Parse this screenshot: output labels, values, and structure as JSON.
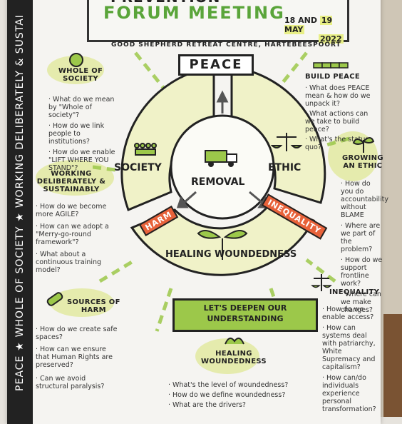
{
  "title": {
    "top": "PREVENTION",
    "main": "FORUM MEETING",
    "date_prefix": "18 AND",
    "date_hl": "19 MAY",
    "year": "2022",
    "venue": "GOOD SHEPHERD RETREAT CENTRE, HARTEBEESPOORT"
  },
  "side_strip": {
    "part1": "PEACE",
    "sep1": "★",
    "part2": "WHOLE OF SOCIETY",
    "sep2": "★",
    "part3": "WORKING DELIBERATELY & SUSTAI"
  },
  "wheel": {
    "peace": "PEACE",
    "society": "SOCIETY",
    "ethic": "ETHIC",
    "removal": "REMOVAL",
    "harm": "HARM",
    "inequality": "INEQUALITY",
    "healing": "HEALING WOUNDEDNESS",
    "deepen_line1": "LET'S DEEPEN OUR",
    "deepen_line2": "UNDERSTANDING"
  },
  "whole_of_society": {
    "heading_line1": "WHOLE OF",
    "heading_line2": "SOCIETY",
    "q1": "· What do we mean by \"Whole of society\"?",
    "q2": "· How do we link people to institutions?",
    "q3": "· How do we enable \"LIFT WHERE YOU STAND\"?"
  },
  "working_deliberately": {
    "heading_line1": "WORKING",
    "heading_line2": "DELIBERATELY &",
    "heading_line3": "SUSTAINABLY",
    "q1": "· How do we become more AGILE?",
    "q2": "· How can we adopt a \"Merry-go-round framework\"?",
    "q3": "· What about a continuous training model?"
  },
  "build_peace": {
    "heading": "BUILD PEACE",
    "q1": "· What does PEACE mean & how do we unpack it?",
    "q2": "· What actions can we take to build peace?",
    "q3": "· What's the status quo?"
  },
  "growing_ethic": {
    "heading_line1": "GROWING",
    "heading_line2": "AN ETHIC",
    "q1": "· How do you do accountability without BLAME",
    "q2": "· Where are we part of the problem?",
    "q3": "· How do we support frontline work?",
    "q4": "· Where can we make changes?"
  },
  "sources_of_harm": {
    "heading_line1": "SOURCES OF",
    "heading_line2": "HARM",
    "q1": "· How do we create safe spaces?",
    "q2": "· How can we ensure that Human Rights are preserved?",
    "q3": "· Can we avoid structural paralysis?"
  },
  "inequality": {
    "heading": "INEQUALITY",
    "q1": "· How do we enable access?",
    "q2": "· How can systems deal with patriarchy, White Supremacy and capitalism?",
    "q3": "· How can/do individuals experience personal transformation?"
  },
  "healing_section": {
    "heading_line1": "HEALING",
    "heading_line2": "WOUNDEDNESS",
    "q1": "· What's the level of woundedness?",
    "q2": "· How do we define woundedness?",
    "q3": "· What are the drivers?"
  },
  "colors": {
    "accent_green": "#5aa53a",
    "highlight_yellow": "#e8ef86",
    "badge_orange": "#e8623a",
    "ink": "#222222"
  }
}
